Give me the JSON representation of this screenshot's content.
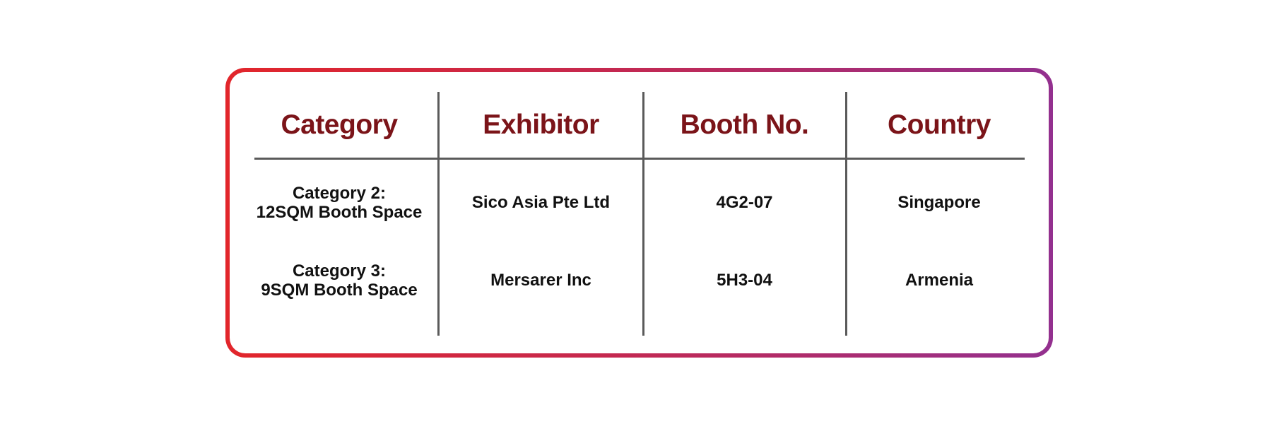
{
  "table": {
    "columns": [
      "Category",
      "Exhibitor",
      "Booth No.",
      "Country"
    ],
    "rows": [
      {
        "category_line1": "Category 2:",
        "category_line2": "12SQM Booth Space",
        "exhibitor": "Sico Asia Pte Ltd",
        "booth": "4G2-07",
        "country": "Singapore"
      },
      {
        "category_line1": "Category 3:",
        "category_line2": "9SQM Booth Space",
        "exhibitor": "Mersarer Inc",
        "booth": "5H3-04",
        "country": "Armenia"
      }
    ]
  },
  "colors": {
    "header_text": "#7b1419",
    "frame_gradient_start": "#e2262b",
    "frame_gradient_end": "#93308f",
    "grid_lines": "#5a5a5a"
  }
}
